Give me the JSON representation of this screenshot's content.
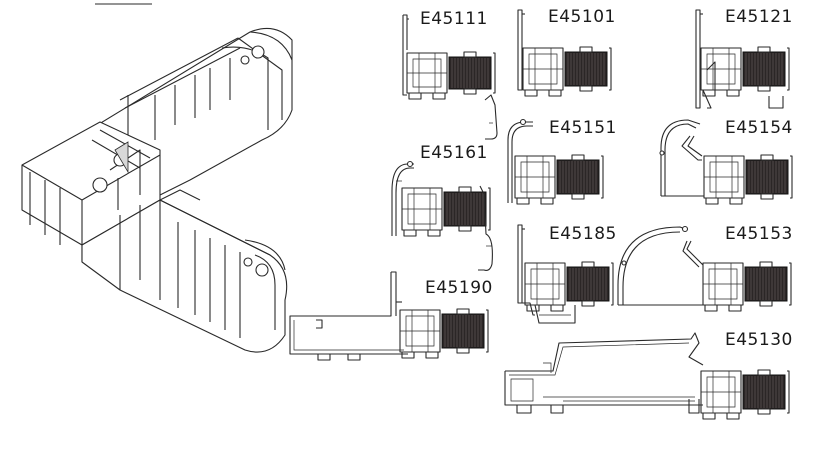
{
  "profiles": [
    {
      "code": "E45111",
      "ox": 395,
      "oy": 15,
      "variant": "sash-hook"
    },
    {
      "code": "E45101",
      "ox": 515,
      "oy": 10,
      "variant": "plain"
    },
    {
      "code": "E45121",
      "ox": 693,
      "oy": 10,
      "variant": "tall-frame"
    },
    {
      "code": "E45151",
      "ox": 505,
      "oy": 118,
      "variant": "round-top"
    },
    {
      "code": "E45154",
      "ox": 658,
      "oy": 118,
      "variant": "big-curve"
    },
    {
      "code": "E45161",
      "ox": 388,
      "oy": 146,
      "variant": "sash-curve"
    },
    {
      "code": "E45185",
      "ox": 515,
      "oy": 225,
      "variant": "t-frame"
    },
    {
      "code": "E45153",
      "ox": 615,
      "oy": 225,
      "variant": "large-arc"
    },
    {
      "code": "E45190",
      "ox": 288,
      "oy": 272,
      "variant": "long-extension"
    },
    {
      "code": "E45130",
      "ox": 503,
      "oy": 333,
      "variant": "wide-extension"
    }
  ]
}
